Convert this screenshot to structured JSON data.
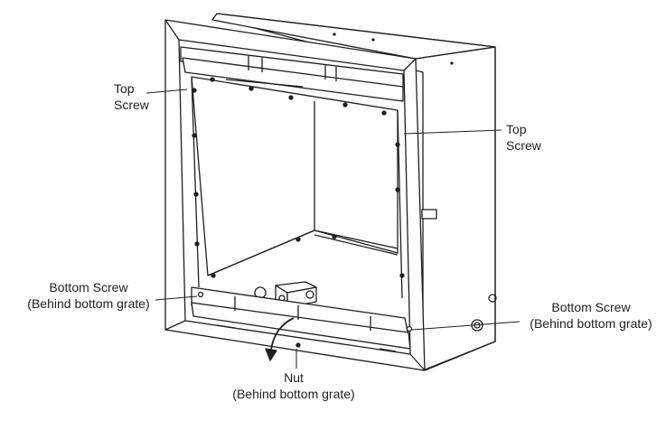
{
  "callouts": {
    "top_screw_left": [
      "Top",
      "Screw"
    ],
    "top_screw_right": [
      "Top",
      "Screw"
    ],
    "bottom_screw_left": [
      "Bottom Screw",
      "(Behind bottom grate)"
    ],
    "bottom_screw_right": [
      "Bottom Screw",
      "(Behind bottom grate)"
    ],
    "nut": [
      "Nut",
      "(Behind bottom grate)"
    ]
  },
  "colors": {
    "line": "#1e1e1e",
    "fill": "#ffffff",
    "shade": "#d8d8d8"
  }
}
